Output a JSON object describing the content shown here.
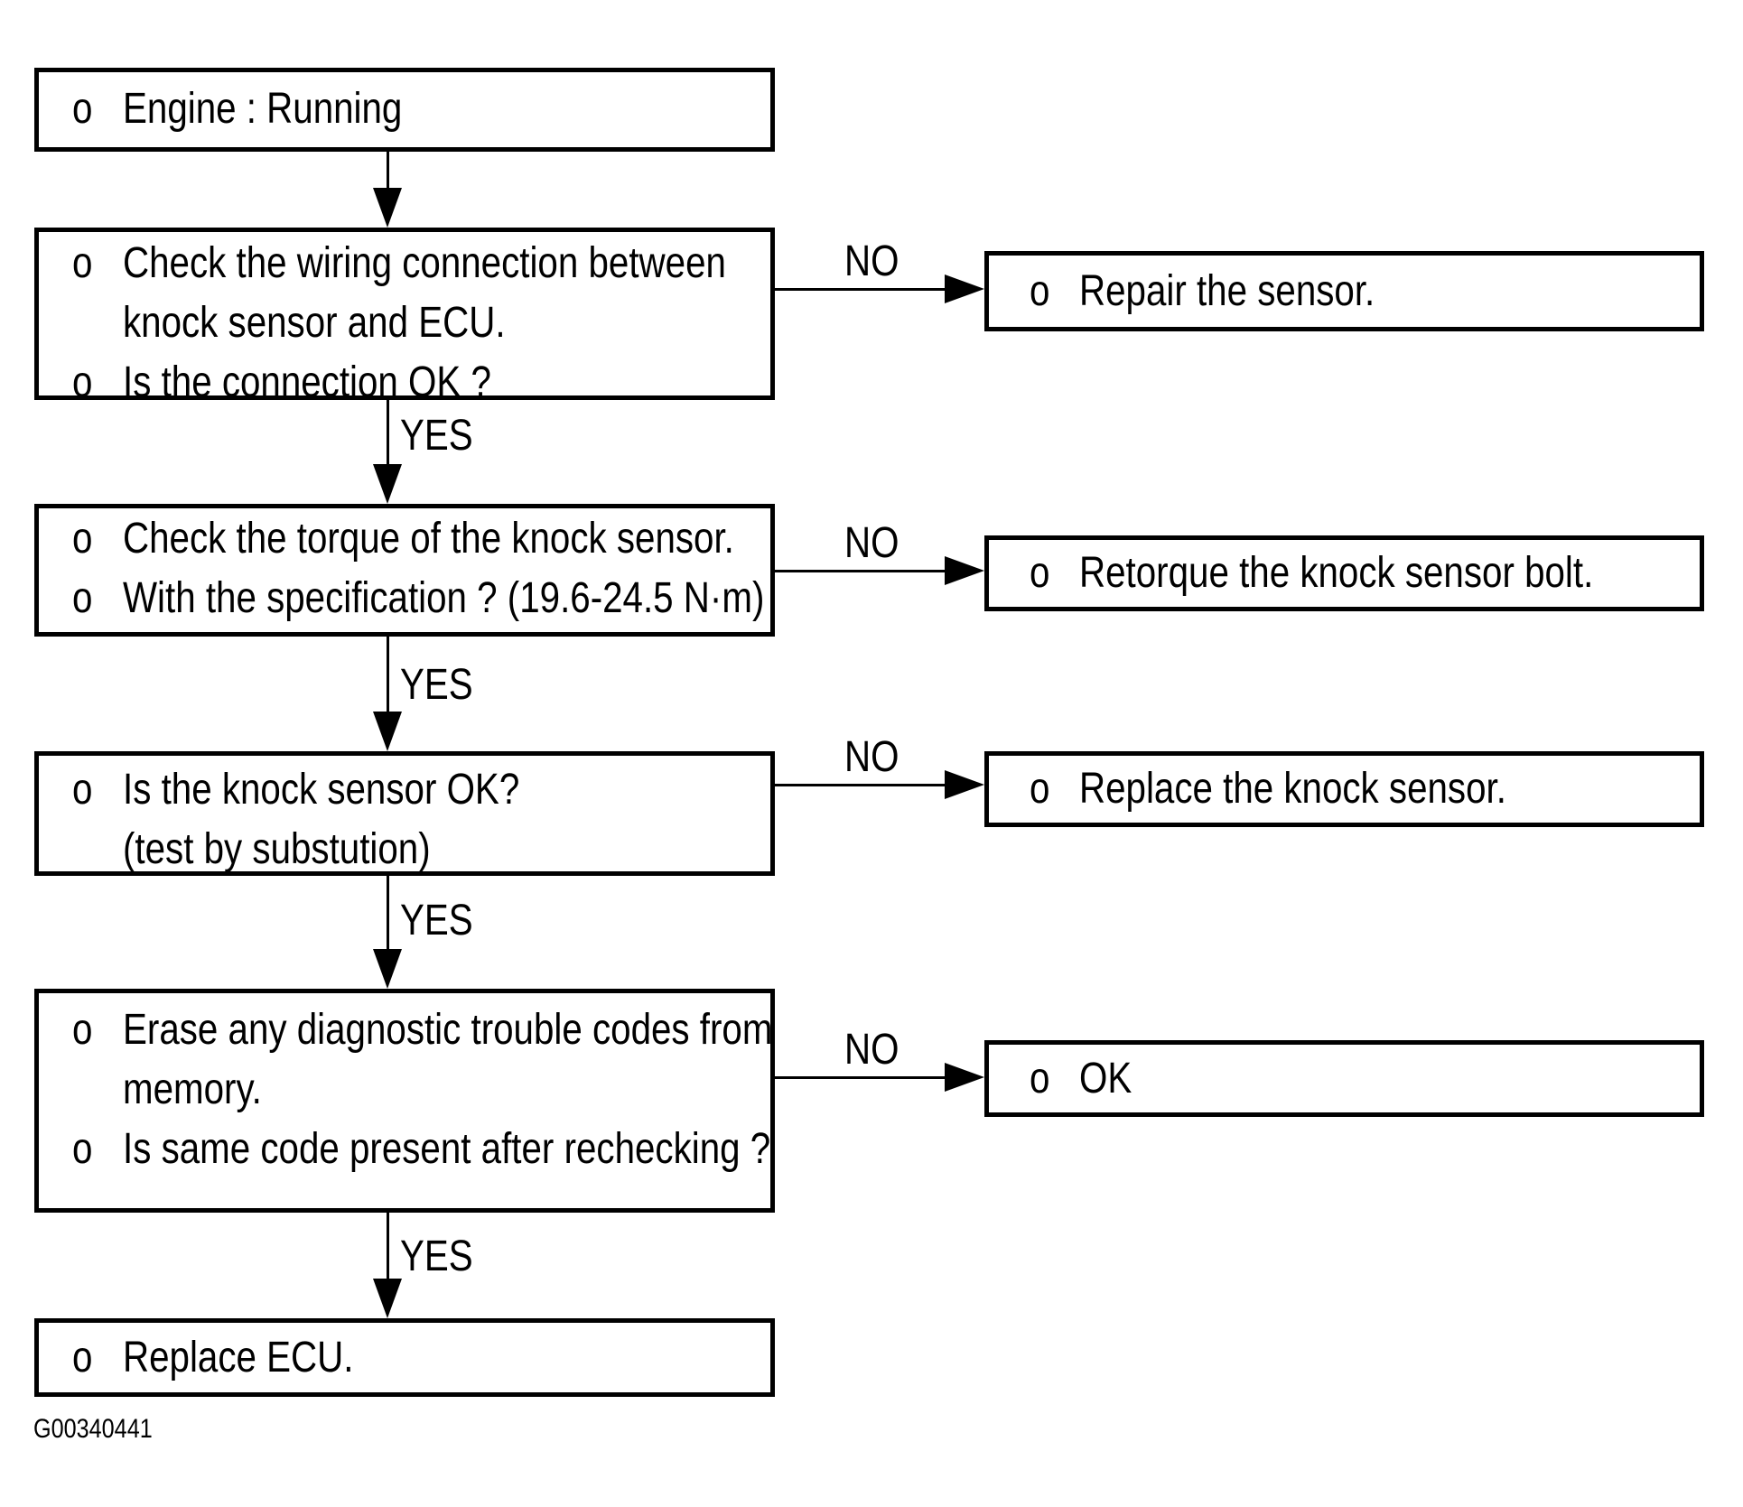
{
  "page": {
    "background": "#ffffff",
    "ink": "#000000"
  },
  "figure_code": "G00340441",
  "labels": {
    "yes": "YES",
    "no": "NO"
  },
  "steps": [
    {
      "name": "engine-running",
      "lines": [
        {
          "b": "o",
          "t": "Engine : Running"
        }
      ]
    },
    {
      "name": "check-wiring",
      "lines": [
        {
          "b": "o",
          "t": "Check the wiring connection between"
        },
        {
          "b": "",
          "t": "knock sensor and ECU."
        },
        {
          "b": "o",
          "t": "Is the connection OK ?"
        }
      ]
    },
    {
      "name": "check-torque",
      "lines": [
        {
          "b": "o",
          "t": "Check the torque of the knock sensor."
        },
        {
          "b": "o",
          "t": "With the specification ? (19.6-24.5 N·m)"
        }
      ]
    },
    {
      "name": "knock-sensor-ok",
      "lines": [
        {
          "b": "o",
          "t": "Is the knock sensor OK?"
        },
        {
          "b": "",
          "t": "(test by substution)"
        }
      ]
    },
    {
      "name": "erase-codes",
      "lines": [
        {
          "b": "o",
          "t": "Erase any diagnostic trouble codes from"
        },
        {
          "b": "",
          "t": "memory."
        },
        {
          "b": "o",
          "t": "Is same code present after rechecking ?"
        }
      ]
    },
    {
      "name": "replace-ecu",
      "lines": [
        {
          "b": "o",
          "t": "Replace ECU."
        }
      ]
    }
  ],
  "results": [
    {
      "name": "repair-sensor",
      "lines": [
        {
          "b": "o",
          "t": "Repair the sensor."
        }
      ]
    },
    {
      "name": "retorque-bolt",
      "lines": [
        {
          "b": "o",
          "t": "Retorque the knock sensor bolt."
        }
      ]
    },
    {
      "name": "replace-knock-sensor",
      "lines": [
        {
          "b": "o",
          "t": "Replace the knock sensor."
        }
      ]
    },
    {
      "name": "ok",
      "lines": [
        {
          "b": "o",
          "t": "OK"
        }
      ]
    }
  ]
}
